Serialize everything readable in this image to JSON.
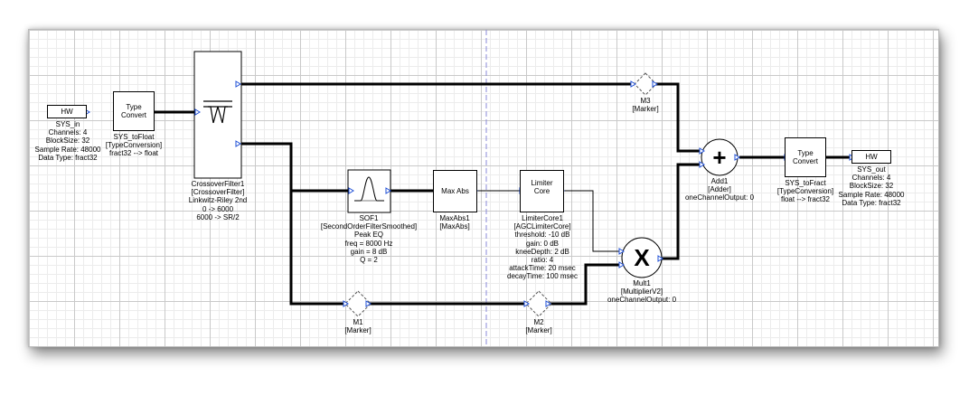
{
  "diagram": {
    "hw_in": {
      "label": "HW",
      "info": [
        "SYS_in",
        "Channels: 4",
        "BlockSize: 32",
        "Sample Rate: 48000",
        "Data Type: fract32"
      ]
    },
    "hw_out": {
      "label": "HW",
      "info": [
        "SYS_out",
        "Channels: 4",
        "BlockSize: 32",
        "Sample Rate: 48000",
        "Data Type: fract32"
      ]
    },
    "to_float": {
      "box": [
        "Type",
        "Convert"
      ],
      "info": [
        "SYS_toFloat",
        "[TypeConversion]",
        "fract32 --> float"
      ]
    },
    "to_fract": {
      "box": [
        "Type",
        "Convert"
      ],
      "info": [
        "SYS_toFract",
        "[TypeConversion]",
        "float --> fract32"
      ]
    },
    "crossover": {
      "info": [
        "CrossoverFilter1",
        "[CrossoverFilter]",
        "Linkwitz-Riley 2nd",
        "0 -> 6000",
        "6000 -> SR/2"
      ]
    },
    "sof": {
      "info": [
        "SOF1",
        "[SecondOrderFilterSmoothed]",
        "Peak EQ",
        "freq = 8000 Hz",
        "gain = 8 dB",
        "Q = 2"
      ]
    },
    "maxabs": {
      "box": "Max Abs",
      "info": [
        "MaxAbs1",
        "[MaxAbs]"
      ]
    },
    "limiter": {
      "box": [
        "Limiter",
        "Core"
      ],
      "info": [
        "LimiterCore1",
        "[AGCLimiterCore]",
        "threshold: -10 dB",
        "gain: 0 dB",
        "kneeDepth: 2 dB",
        "ratio: 4",
        "attackTime: 20 msec",
        "decayTime: 100 msec"
      ]
    },
    "mult": {
      "symbol": "X",
      "info": [
        "Mult1",
        "[MultiplierV2]",
        "oneChannelOutput: 0"
      ]
    },
    "add": {
      "symbol": "+",
      "info": [
        "Add1",
        "[Adder]",
        "oneChannelOutput: 0"
      ]
    },
    "m1": {
      "info": [
        "M1",
        "[Marker]"
      ]
    },
    "m2": {
      "info": [
        "M2",
        "[Marker]"
      ]
    },
    "m3": {
      "info": [
        "M3",
        "[Marker]"
      ]
    }
  },
  "colors": {
    "wire": "#000000",
    "pin": "#1f4fd6",
    "grid_major": "#c9c9c9",
    "grid_minor": "#ececec",
    "separator": "#8a8ad8"
  }
}
